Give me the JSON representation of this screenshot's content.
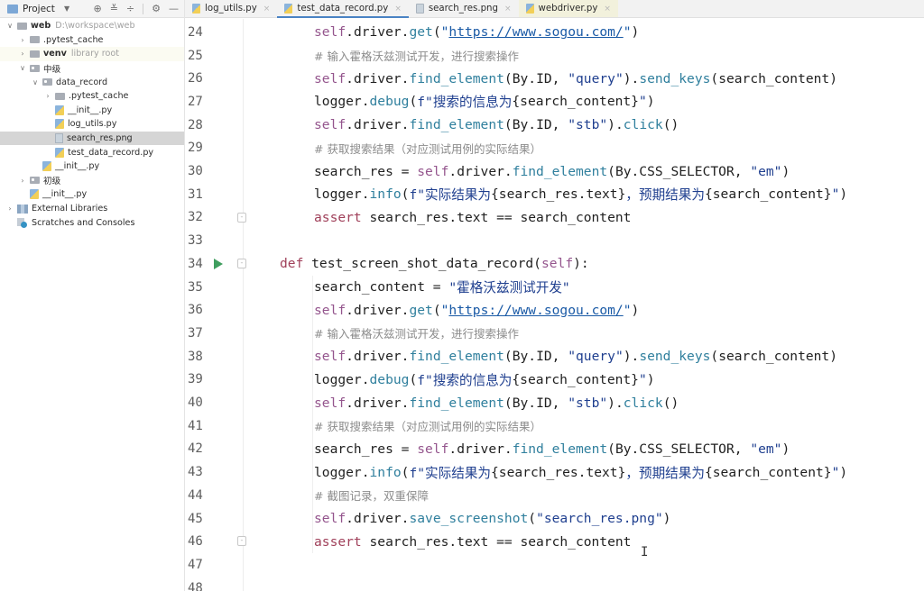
{
  "sidebar": {
    "title": "Project",
    "tools": [
      "locate-icon",
      "expand-all-icon",
      "collapse-all-icon",
      "gear-icon",
      "hide-icon"
    ],
    "tree": [
      {
        "label": "web",
        "hint": "D:\\workspace\\web",
        "depth": 0,
        "arrow": "down",
        "icon": "folder",
        "bold": true
      },
      {
        "label": ".pytest_cache",
        "depth": 1,
        "arrow": "right",
        "icon": "folder"
      },
      {
        "label": "venv",
        "hint": "library root",
        "depth": 1,
        "arrow": "right",
        "icon": "folder",
        "bold": true
      },
      {
        "label": "中级",
        "depth": 1,
        "arrow": "down",
        "icon": "package"
      },
      {
        "label": "data_record",
        "depth": 2,
        "arrow": "down",
        "icon": "package"
      },
      {
        "label": ".pytest_cache",
        "depth": 3,
        "arrow": "right",
        "icon": "folder"
      },
      {
        "label": "__init__.py",
        "depth": 3,
        "icon": "python"
      },
      {
        "label": "log_utils.py",
        "depth": 3,
        "icon": "python"
      },
      {
        "label": "search_res.png",
        "depth": 3,
        "icon": "image",
        "selected": true
      },
      {
        "label": "test_data_record.py",
        "depth": 3,
        "icon": "python"
      },
      {
        "label": "__init__.py",
        "depth": 2,
        "icon": "python"
      },
      {
        "label": "初级",
        "depth": 1,
        "arrow": "right",
        "icon": "package"
      },
      {
        "label": "__init__.py",
        "depth": 1,
        "icon": "python"
      },
      {
        "label": "External Libraries",
        "depth": 0,
        "arrow": "right",
        "icon": "library"
      },
      {
        "label": "Scratches and Consoles",
        "depth": 0,
        "icon": "scratch"
      }
    ]
  },
  "tabs": [
    {
      "label": "log_utils.py",
      "icon": "python"
    },
    {
      "label": "test_data_record.py",
      "icon": "python",
      "active": true
    },
    {
      "label": "search_res.png",
      "icon": "image"
    },
    {
      "label": "webdriver.py",
      "icon": "python",
      "modified": true
    }
  ],
  "editor": {
    "lines": [
      {
        "n": "24",
        "indent": 2,
        "tokens": [
          [
            "kw-self",
            "self"
          ],
          [
            "pun",
            "."
          ],
          [
            "plain",
            "driver"
          ],
          [
            "pun",
            "."
          ],
          [
            "call",
            "get"
          ],
          [
            "pun",
            "("
          ],
          [
            "strb",
            "\""
          ],
          [
            "url",
            "https://www.sogou.com/"
          ],
          [
            "strb",
            "\""
          ],
          [
            "pun",
            ")"
          ]
        ]
      },
      {
        "n": "25",
        "indent": 2,
        "tokens": [
          [
            "cmt",
            "# 输入霍格沃兹测试开发，进行搜索操作"
          ]
        ]
      },
      {
        "n": "26",
        "indent": 2,
        "tokens": [
          [
            "kw-self",
            "self"
          ],
          [
            "pun",
            "."
          ],
          [
            "plain",
            "driver"
          ],
          [
            "pun",
            "."
          ],
          [
            "call",
            "find_element"
          ],
          [
            "pun",
            "("
          ],
          [
            "plain",
            "By"
          ],
          [
            "pun",
            "."
          ],
          [
            "plain",
            "ID, "
          ],
          [
            "strtext",
            "\"query\""
          ],
          [
            "pun",
            ")."
          ],
          [
            "call",
            "send_keys"
          ],
          [
            "pun",
            "("
          ],
          [
            "plain",
            "search_content"
          ],
          [
            "pun",
            ")"
          ]
        ]
      },
      {
        "n": "27",
        "indent": 2,
        "tokens": [
          [
            "plain",
            "logger"
          ],
          [
            "pun",
            "."
          ],
          [
            "call",
            "debug"
          ],
          [
            "pun",
            "("
          ],
          [
            "strtext",
            "f\"搜索的信息为"
          ],
          [
            "plain",
            "{search_content}"
          ],
          [
            "strtext",
            "\""
          ],
          [
            "pun",
            ")"
          ]
        ]
      },
      {
        "n": "28",
        "indent": 2,
        "tokens": [
          [
            "kw-self",
            "self"
          ],
          [
            "pun",
            "."
          ],
          [
            "plain",
            "driver"
          ],
          [
            "pun",
            "."
          ],
          [
            "call",
            "find_element"
          ],
          [
            "pun",
            "("
          ],
          [
            "plain",
            "By"
          ],
          [
            "pun",
            "."
          ],
          [
            "plain",
            "ID, "
          ],
          [
            "strtext",
            "\"stb\""
          ],
          [
            "pun",
            ")."
          ],
          [
            "call",
            "click"
          ],
          [
            "pun",
            "()"
          ]
        ]
      },
      {
        "n": "29",
        "indent": 2,
        "tokens": [
          [
            "cmt",
            "# 获取搜索结果（对应测试用例的实际结果）"
          ]
        ]
      },
      {
        "n": "30",
        "indent": 2,
        "tokens": [
          [
            "plain",
            "search_res = "
          ],
          [
            "kw-self",
            "self"
          ],
          [
            "pun",
            "."
          ],
          [
            "plain",
            "driver"
          ],
          [
            "pun",
            "."
          ],
          [
            "call",
            "find_element"
          ],
          [
            "pun",
            "("
          ],
          [
            "plain",
            "By.CSS_SELECTOR, "
          ],
          [
            "strtext",
            "\"em\""
          ],
          [
            "pun",
            ")"
          ]
        ]
      },
      {
        "n": "31",
        "indent": 2,
        "tokens": [
          [
            "plain",
            "logger"
          ],
          [
            "pun",
            "."
          ],
          [
            "call",
            "info"
          ],
          [
            "pun",
            "("
          ],
          [
            "strtext",
            "f\"实际结果为"
          ],
          [
            "plain",
            "{search_res.text}"
          ],
          [
            "strtext",
            "，预期结果为"
          ],
          [
            "plain",
            "{search_content}"
          ],
          [
            "strtext",
            "\""
          ],
          [
            "pun",
            ")"
          ]
        ]
      },
      {
        "n": "32",
        "indent": 2,
        "fold": true,
        "tokens": [
          [
            "kw",
            "assert"
          ],
          [
            "plain",
            " search_res.text == search_content"
          ]
        ]
      },
      {
        "n": "33",
        "indent": 0,
        "tokens": []
      },
      {
        "n": "34",
        "indent": 1,
        "run": true,
        "fold": true,
        "tokens": [
          [
            "kw",
            "def"
          ],
          [
            "plain",
            " test_screen_shot_data_record"
          ],
          [
            "pun",
            "("
          ],
          [
            "kw-self",
            "self"
          ],
          [
            "pun",
            "):"
          ]
        ]
      },
      {
        "n": "35",
        "indent": 2,
        "tokens": [
          [
            "plain",
            "search_content = "
          ],
          [
            "strtext",
            "\"霍格沃兹测试开发\""
          ]
        ]
      },
      {
        "n": "36",
        "indent": 2,
        "tokens": [
          [
            "kw-self",
            "self"
          ],
          [
            "pun",
            "."
          ],
          [
            "plain",
            "driver"
          ],
          [
            "pun",
            "."
          ],
          [
            "call",
            "get"
          ],
          [
            "pun",
            "("
          ],
          [
            "strb",
            "\""
          ],
          [
            "url",
            "https://www.sogou.com/"
          ],
          [
            "strb",
            "\""
          ],
          [
            "pun",
            ")"
          ]
        ]
      },
      {
        "n": "37",
        "indent": 2,
        "tokens": [
          [
            "cmt",
            "# 输入霍格沃兹测试开发，进行搜索操作"
          ]
        ]
      },
      {
        "n": "38",
        "indent": 2,
        "tokens": [
          [
            "kw-self",
            "self"
          ],
          [
            "pun",
            "."
          ],
          [
            "plain",
            "driver"
          ],
          [
            "pun",
            "."
          ],
          [
            "call",
            "find_element"
          ],
          [
            "pun",
            "("
          ],
          [
            "plain",
            "By"
          ],
          [
            "pun",
            "."
          ],
          [
            "plain",
            "ID, "
          ],
          [
            "strtext",
            "\"query\""
          ],
          [
            "pun",
            ")."
          ],
          [
            "call",
            "send_keys"
          ],
          [
            "pun",
            "("
          ],
          [
            "plain",
            "search_content"
          ],
          [
            "pun",
            ")"
          ]
        ]
      },
      {
        "n": "39",
        "indent": 2,
        "tokens": [
          [
            "plain",
            "logger"
          ],
          [
            "pun",
            "."
          ],
          [
            "call",
            "debug"
          ],
          [
            "pun",
            "("
          ],
          [
            "strtext",
            "f\"搜索的信息为"
          ],
          [
            "plain",
            "{search_content}"
          ],
          [
            "strtext",
            "\""
          ],
          [
            "pun",
            ")"
          ]
        ]
      },
      {
        "n": "40",
        "indent": 2,
        "tokens": [
          [
            "kw-self",
            "self"
          ],
          [
            "pun",
            "."
          ],
          [
            "plain",
            "driver"
          ],
          [
            "pun",
            "."
          ],
          [
            "call",
            "find_element"
          ],
          [
            "pun",
            "("
          ],
          [
            "plain",
            "By"
          ],
          [
            "pun",
            "."
          ],
          [
            "plain",
            "ID, "
          ],
          [
            "strtext",
            "\"stb\""
          ],
          [
            "pun",
            ")."
          ],
          [
            "call",
            "click"
          ],
          [
            "pun",
            "()"
          ]
        ]
      },
      {
        "n": "41",
        "indent": 2,
        "tokens": [
          [
            "cmt",
            "# 获取搜索结果（对应测试用例的实际结果）"
          ]
        ]
      },
      {
        "n": "42",
        "indent": 2,
        "tokens": [
          [
            "plain",
            "search_res = "
          ],
          [
            "kw-self",
            "self"
          ],
          [
            "pun",
            "."
          ],
          [
            "plain",
            "driver"
          ],
          [
            "pun",
            "."
          ],
          [
            "call",
            "find_element"
          ],
          [
            "pun",
            "("
          ],
          [
            "plain",
            "By.CSS_SELECTOR, "
          ],
          [
            "strtext",
            "\"em\""
          ],
          [
            "pun",
            ")"
          ]
        ]
      },
      {
        "n": "43",
        "indent": 2,
        "tokens": [
          [
            "plain",
            "logger"
          ],
          [
            "pun",
            "."
          ],
          [
            "call",
            "info"
          ],
          [
            "pun",
            "("
          ],
          [
            "strtext",
            "f\"实际结果为"
          ],
          [
            "plain",
            "{search_res.text}"
          ],
          [
            "strtext",
            "，预期结果为"
          ],
          [
            "plain",
            "{search_content}"
          ],
          [
            "strtext",
            "\""
          ],
          [
            "pun",
            ")"
          ]
        ]
      },
      {
        "n": "44",
        "indent": 2,
        "tokens": [
          [
            "cmt",
            "# 截图记录，双重保障"
          ]
        ]
      },
      {
        "n": "45",
        "indent": 2,
        "tokens": [
          [
            "kw-self",
            "self"
          ],
          [
            "pun",
            "."
          ],
          [
            "plain",
            "driver"
          ],
          [
            "pun",
            "."
          ],
          [
            "call",
            "save_screenshot"
          ],
          [
            "pun",
            "("
          ],
          [
            "strtext",
            "\"search_res.png\""
          ],
          [
            "pun",
            ")"
          ]
        ]
      },
      {
        "n": "46",
        "indent": 2,
        "fold": true,
        "tokens": [
          [
            "kw",
            "assert"
          ],
          [
            "plain",
            " search_res.text == search_content"
          ]
        ]
      },
      {
        "n": "47",
        "indent": 0,
        "tokens": []
      },
      {
        "n": "48",
        "indent": 0,
        "tokens": []
      }
    ]
  },
  "colors": {
    "run_icon": "#3f9e5f",
    "active_tab_underline": "#4a83c4",
    "selected_row": "#d5d5d5"
  }
}
